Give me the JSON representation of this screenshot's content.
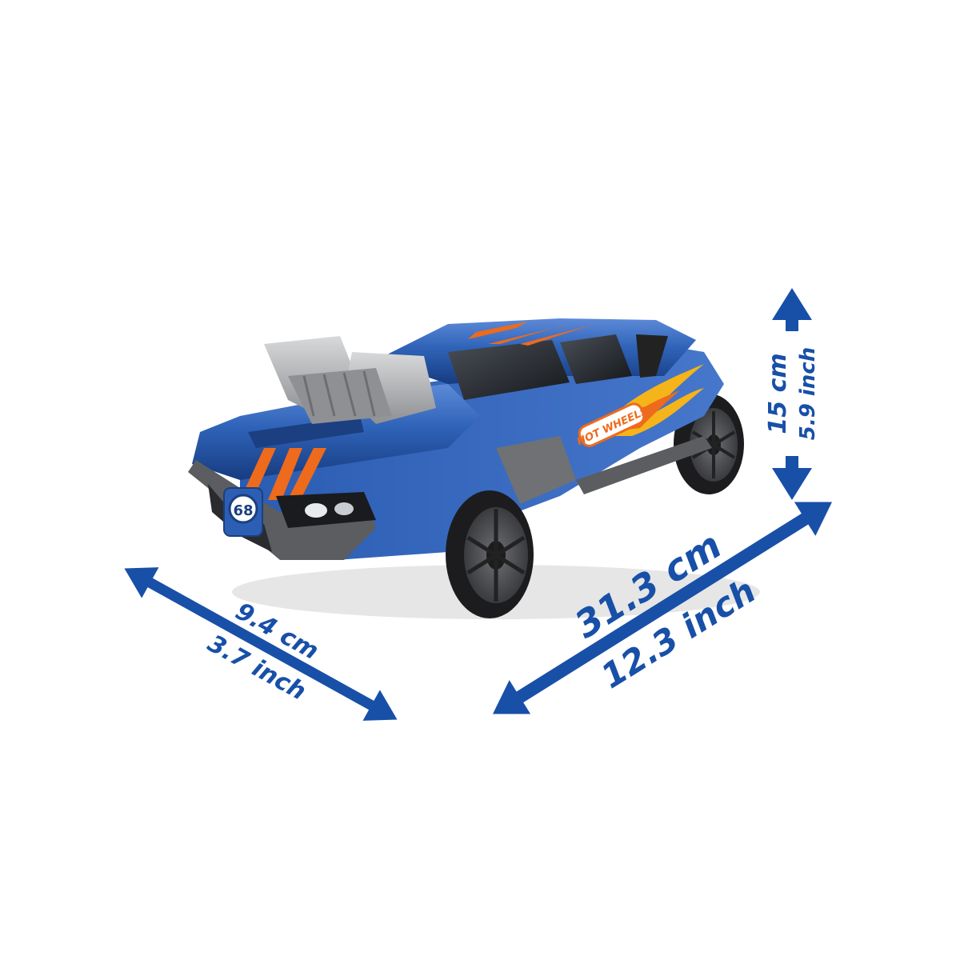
{
  "product": {
    "brand_logo_text": "HOT WHEELS",
    "car_number": "68"
  },
  "dimensions": {
    "height": {
      "metric": "15 cm",
      "imperial": "5.9 inch"
    },
    "length": {
      "metric": "31.3 cm",
      "imperial": "12.3 inch"
    },
    "width": {
      "metric": "9.4 cm",
      "imperial": "3.7 inch"
    }
  },
  "colors": {
    "arrow": "#1850a8",
    "body_blue": "#2f63b8",
    "stripe_orange": "#ee6a1c",
    "chrome": "#a9aaac",
    "dark_gray": "#5b5d60",
    "tire": "#1c1c1e"
  }
}
